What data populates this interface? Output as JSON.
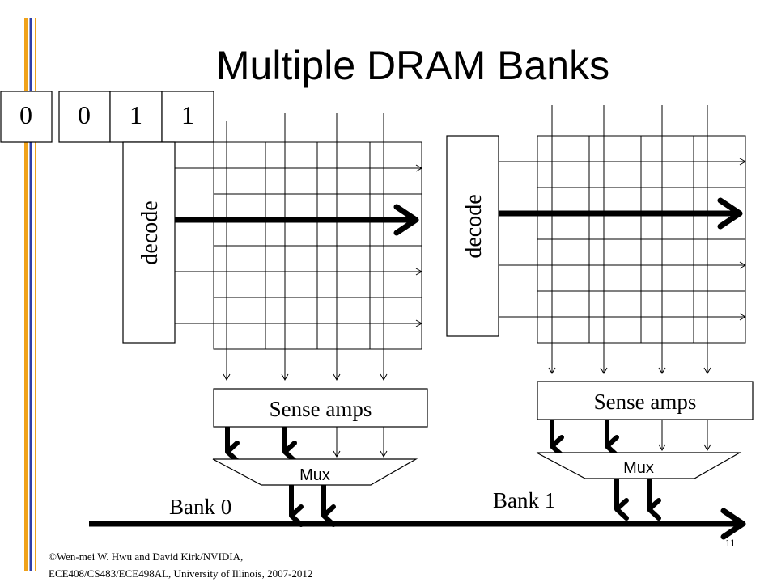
{
  "slide": {
    "title": "Multiple DRAM Banks",
    "address_bits": [
      "0",
      "0",
      "1",
      "1"
    ],
    "page_number": "11",
    "footer": {
      "line1": "©Wen-mei W. Hwu and David Kirk/NVIDIA,",
      "line2": "ECE408/CS483/ECE498AL, University of Illinois,  2007-2012"
    },
    "accent_colors": {
      "orange": "#f0a21a",
      "blue": "#2f3fa8"
    }
  },
  "banks": [
    {
      "decode_label": "decode",
      "sense_amps_label": "Sense amps",
      "mux_label": "Mux",
      "bank_label": "Bank 0"
    },
    {
      "decode_label": "decode",
      "sense_amps_label": "Sense amps",
      "mux_label": "Mux",
      "bank_label": "Bank 1"
    }
  ]
}
